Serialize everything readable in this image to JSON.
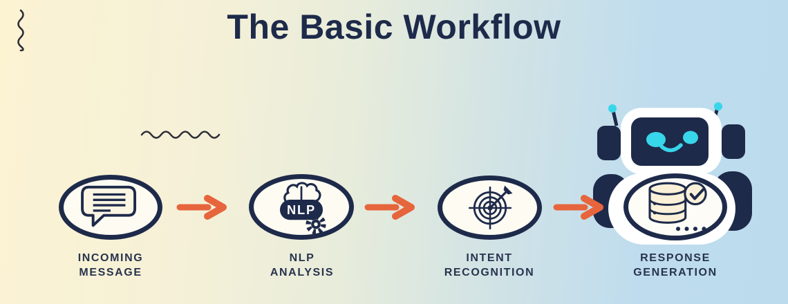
{
  "title": "The Basic Workflow",
  "steps": [
    {
      "label_line1": "INCOMING",
      "label_line2": "MESSAGE"
    },
    {
      "label_line1": "NLP",
      "label_line2": "ANALYSIS",
      "badge": "NLP"
    },
    {
      "label_line1": "INTENT",
      "label_line2": "RECOGNITION"
    },
    {
      "label_line1": "RESPONSE",
      "label_line2": "GENERATION"
    }
  ],
  "colors": {
    "navy": "#1e2a4a",
    "orange": "#e7653c",
    "cyan": "#38d6ea",
    "cream": "#faf1d8",
    "circle_fill": "#fdfbf2",
    "background_left": "#fcf3d3",
    "background_right": "#bcdcee"
  }
}
